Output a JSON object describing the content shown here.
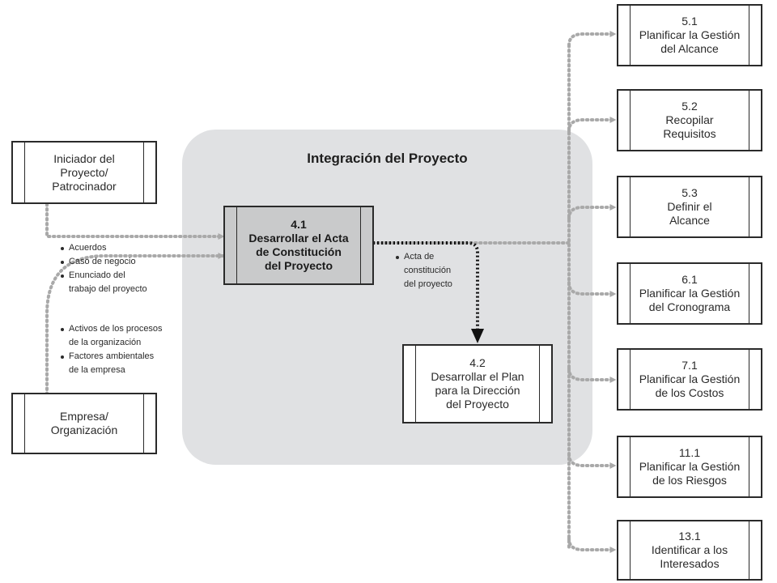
{
  "group": {
    "title": "Integración del Proyecto"
  },
  "nodes": {
    "iniciador": {
      "lines": [
        "Iniciador del",
        "Proyecto/",
        "Patrocinador"
      ]
    },
    "empresa": {
      "lines": [
        "Empresa/",
        "Organización"
      ]
    },
    "p41": {
      "lines": [
        "4.1",
        "Desarrollar el Acta",
        "de Constitución",
        "del Proyecto"
      ]
    },
    "p42": {
      "lines": [
        "4.2",
        "Desarrollar el Plan",
        "para la Dirección",
        "del Proyecto"
      ]
    },
    "p51": {
      "lines": [
        "5.1",
        "Planificar la Gestión",
        "del Alcance"
      ]
    },
    "p52": {
      "lines": [
        "5.2",
        "Recopilar",
        "Requisitos"
      ]
    },
    "p53": {
      "lines": [
        "5.3",
        "Definir el",
        "Alcance"
      ]
    },
    "p61": {
      "lines": [
        "6.1",
        "Planificar la Gestión",
        "del Cronograma"
      ]
    },
    "p71": {
      "lines": [
        "7.1",
        "Planificar la Gestión",
        "de los Costos"
      ]
    },
    "p111": {
      "lines": [
        "11.1",
        "Planificar la Gestión",
        "de los Riesgos"
      ]
    },
    "p131": {
      "lines": [
        "13.1",
        "Identificar a los",
        "Interesados"
      ]
    }
  },
  "labels": {
    "sponsor_inputs": [
      {
        "lines": [
          "Acuerdos"
        ]
      },
      {
        "lines": [
          "Caso de negocio"
        ]
      },
      {
        "lines": [
          "Enunciado del",
          "trabajo del proyecto"
        ]
      }
    ],
    "org_inputs": [
      {
        "lines": [
          "Activos de los procesos",
          "de la organización"
        ]
      },
      {
        "lines": [
          "Factores ambientales",
          "de la empresa"
        ]
      }
    ],
    "charter_output": [
      {
        "lines": [
          "Acta de",
          "constitución",
          "del proyecto"
        ]
      }
    ]
  },
  "colors": {
    "group_fill": "#e0e1e3",
    "primary_fill": "#c9cacb",
    "dotted_connector": "#a9a9a9",
    "main_connector": "#111111"
  }
}
